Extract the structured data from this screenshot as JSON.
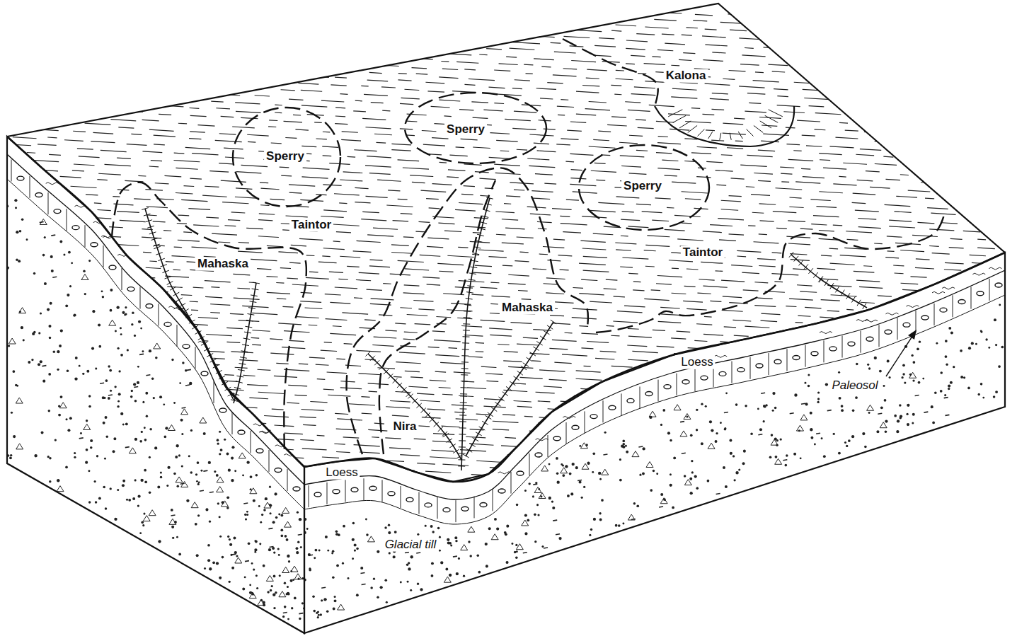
{
  "diagram": {
    "labels": [
      "Kalona",
      "Sperry",
      "Sperry",
      "Sperry",
      "Taintor",
      "Taintor",
      "Mahaska",
      "Mahaska",
      "Nira",
      "Loess",
      "Paleosol",
      "Loess",
      "Glacial till"
    ]
  }
}
